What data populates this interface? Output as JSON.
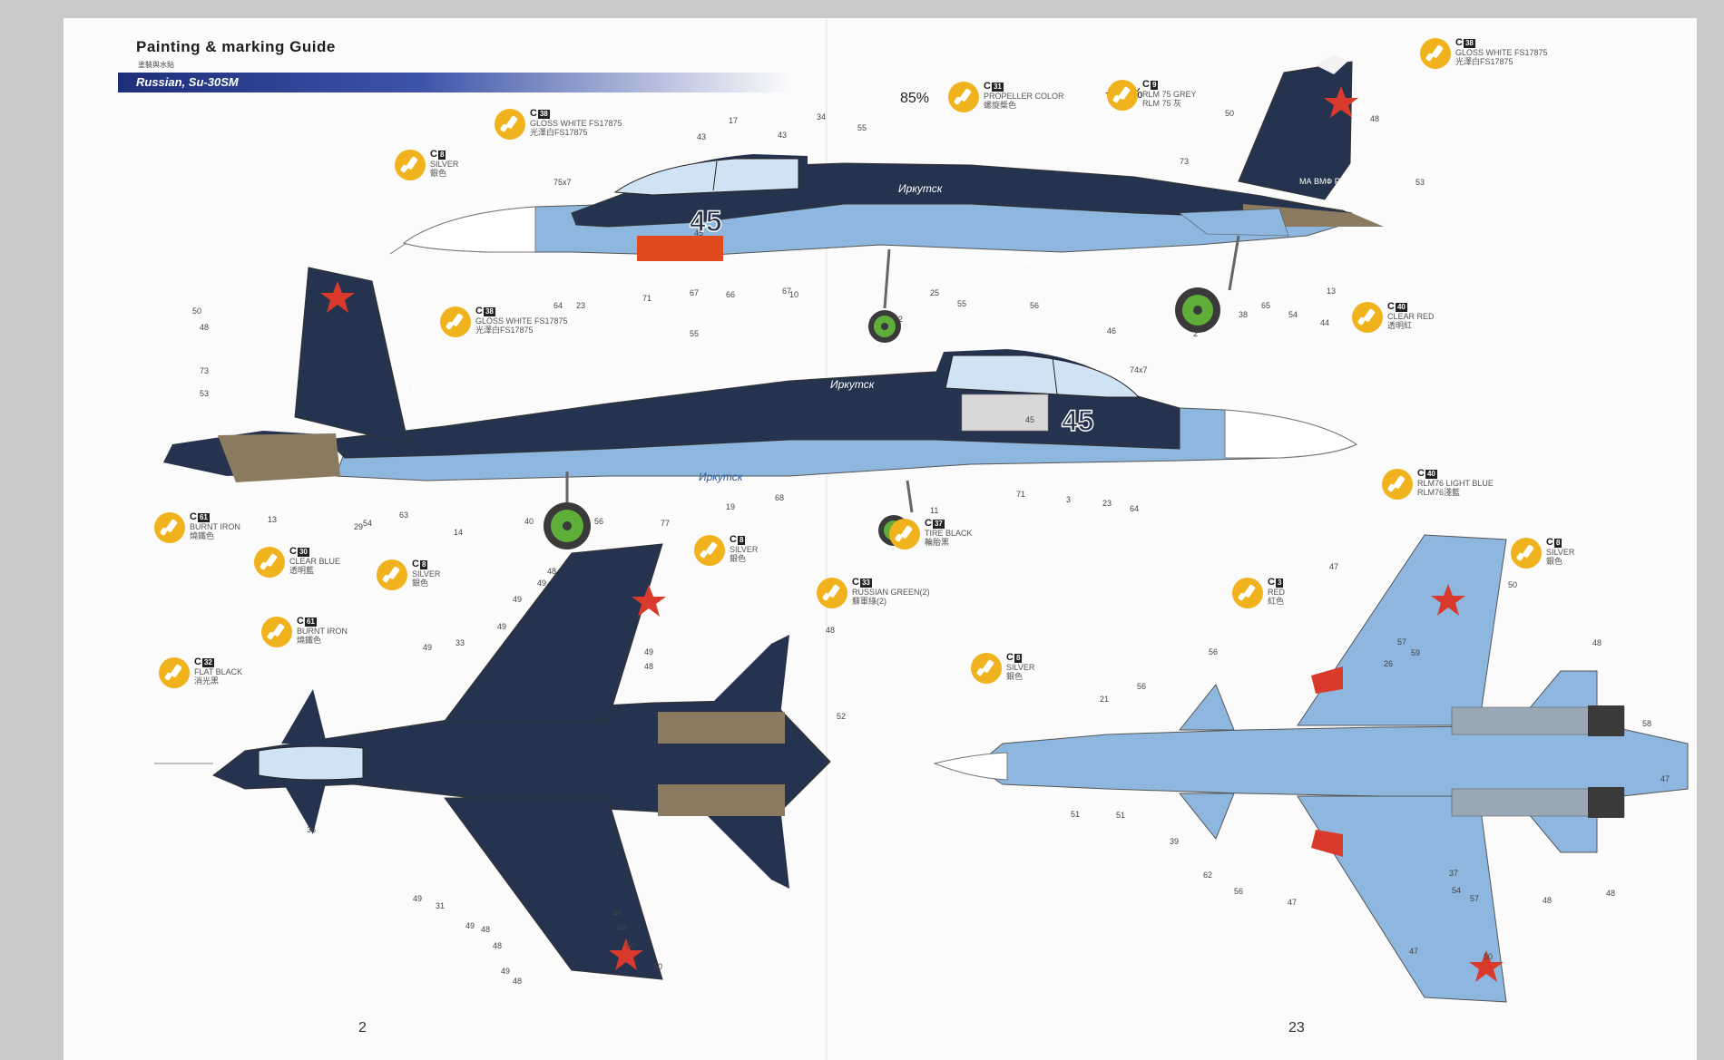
{
  "guide": {
    "title": "Painting & marking Guide",
    "subtitle": "塗裝與水貼",
    "variant": "Russian, Su-30SM",
    "mix_left": "85%",
    "mix_right": "+15%",
    "pages": {
      "left": "2",
      "right": "23"
    },
    "aircraft": {
      "tail_code": "45",
      "name_text": "Иркутск",
      "fuselage_text": "МА ВМФ РОССИИ"
    }
  },
  "colors": {
    "dark_blue": "#26334f",
    "light_blue": "#8db7de",
    "red": "#d93a2b",
    "callout_yellow": "#f0b21d",
    "banner_blue": "#1e2f7a"
  },
  "callouts": [
    {
      "code": "C",
      "num": "38",
      "lines": [
        "GLOSS WHITE FS17875",
        "光澤白FS17875"
      ]
    },
    {
      "code": "C",
      "num": "8",
      "lines": [
        "SILVER",
        "銀色"
      ]
    },
    {
      "code": "C",
      "num": "31",
      "lines": [
        "PROPELLER COLOR",
        "螺旋槳色"
      ]
    },
    {
      "code": "C",
      "num": "9",
      "lines": [
        "RLM 75 GREY",
        "RLM 75 灰"
      ]
    },
    {
      "code": "C",
      "num": "38",
      "lines": [
        "GLOSS WHITE FS17875",
        "光澤白FS17875"
      ]
    },
    {
      "code": "C",
      "num": "38",
      "lines": [
        "GLOSS WHITE FS17875",
        "光澤白FS17875"
      ]
    },
    {
      "code": "C",
      "num": "40",
      "lines": [
        "CLEAR RED",
        "透明紅"
      ]
    },
    {
      "code": "C",
      "num": "61",
      "lines": [
        "BURNT IRON",
        "燒鐵色"
      ]
    },
    {
      "code": "C",
      "num": "30",
      "lines": [
        "CLEAR BLUE",
        "透明藍"
      ]
    },
    {
      "code": "C",
      "num": "8",
      "lines": [
        "SILVER",
        "銀色"
      ]
    },
    {
      "code": "C",
      "num": "8",
      "lines": [
        "SILVER",
        "銀色"
      ]
    },
    {
      "code": "C",
      "num": "37",
      "lines": [
        "TIRE BLACK",
        "輪胎黑"
      ]
    },
    {
      "code": "C",
      "num": "33",
      "lines": [
        "RUSSIAN GREEN(2)",
        "蘇軍綠(2)"
      ]
    },
    {
      "code": "C",
      "num": "61",
      "lines": [
        "BURNT IRON",
        "燒鐵色"
      ]
    },
    {
      "code": "C",
      "num": "32",
      "lines": [
        "FLAT BLACK",
        "消光黑"
      ]
    },
    {
      "code": "C",
      "num": "40",
      "lines": [
        "RLM76 LIGHT BLUE",
        "RLM76淺藍"
      ]
    },
    {
      "code": "C",
      "num": "3",
      "lines": [
        "RED",
        "紅色"
      ]
    },
    {
      "code": "C",
      "num": "8",
      "lines": [
        "SILVER",
        "銀色"
      ]
    },
    {
      "code": "C",
      "num": "8",
      "lines": [
        "SILVER",
        "銀色"
      ]
    }
  ],
  "labels": {
    "top_profile": [
      "17",
      "43",
      "43",
      "34",
      "55",
      "75x7",
      "45",
      "67",
      "66",
      "67",
      "10",
      "64",
      "23",
      "71",
      "25",
      "55",
      "56",
      "46",
      "2",
      "38",
      "65",
      "54",
      "44",
      "13",
      "73",
      "53",
      "50",
      "48"
    ],
    "lower_profile": [
      "50",
      "48",
      "73",
      "53",
      "55",
      "32",
      "74x7",
      "45",
      "13",
      "29",
      "54",
      "63",
      "14",
      "40",
      "56",
      "77",
      "19",
      "68",
      "11",
      "71",
      "3",
      "23",
      "64"
    ],
    "top_view": [
      "48",
      "49",
      "49",
      "49",
      "33",
      "49",
      "49",
      "48",
      "48",
      "52",
      "36",
      "49",
      "31",
      "49",
      "48",
      "48",
      "49",
      "48",
      "50",
      "49",
      "48",
      "50"
    ],
    "bottom_view": [
      "47",
      "50",
      "56",
      "56",
      "21",
      "57",
      "59",
      "26",
      "48",
      "58",
      "47",
      "51",
      "51",
      "39",
      "62",
      "56",
      "47",
      "37",
      "54",
      "57",
      "48",
      "47",
      "50",
      "48"
    ]
  },
  "icons": [
    "brush-icon"
  ]
}
